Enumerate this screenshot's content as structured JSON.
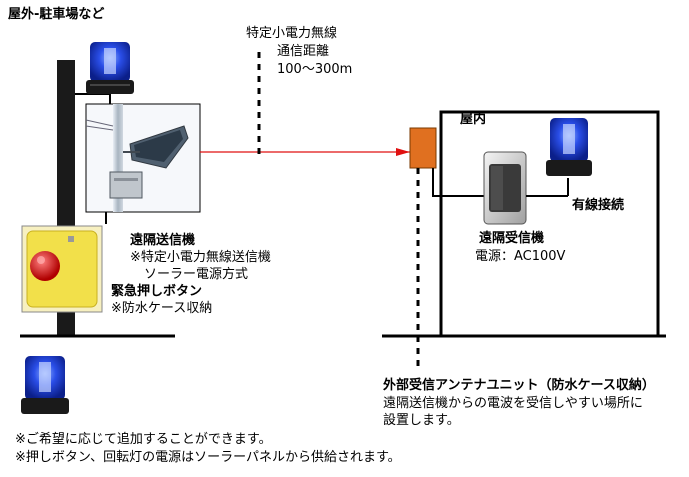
{
  "labels": {
    "outdoor_title": "屋外-駐車場など",
    "wireless_line1": "特定小電力無線",
    "wireless_line2": "通信距離",
    "wireless_line3": "100～300m",
    "indoor": "屋内",
    "wired": "有線接続",
    "receiver_name": "遠隔受信機",
    "receiver_power": "電源：AC100V",
    "transmitter_name": "遠隔送信機",
    "transmitter_note1": "※特定小電力無線送信機",
    "transmitter_note2": "ソーラー電源方式",
    "emergency_button": "緊急押しボタン",
    "waterproof_case": "※防水ケース収納",
    "antenna_title": "外部受信アンテナユニット（防水ケース収納）",
    "antenna_desc1": "遠隔送信機からの電波を受信しやすい場所に",
    "antenna_desc2": "設置します。",
    "footnote1": "※ご希望に応じて追加することができます。",
    "footnote2": "※押しボタン、回転灯の電源はソーラーパネルから供給されます。"
  },
  "colors": {
    "lamp_blue": "#1a3bd6",
    "signal_red": "#e01010",
    "antenna_orange": "#e07020",
    "button_red": "#e02020",
    "button_case": "#f2e04a",
    "pole": "#1a1a1a"
  }
}
